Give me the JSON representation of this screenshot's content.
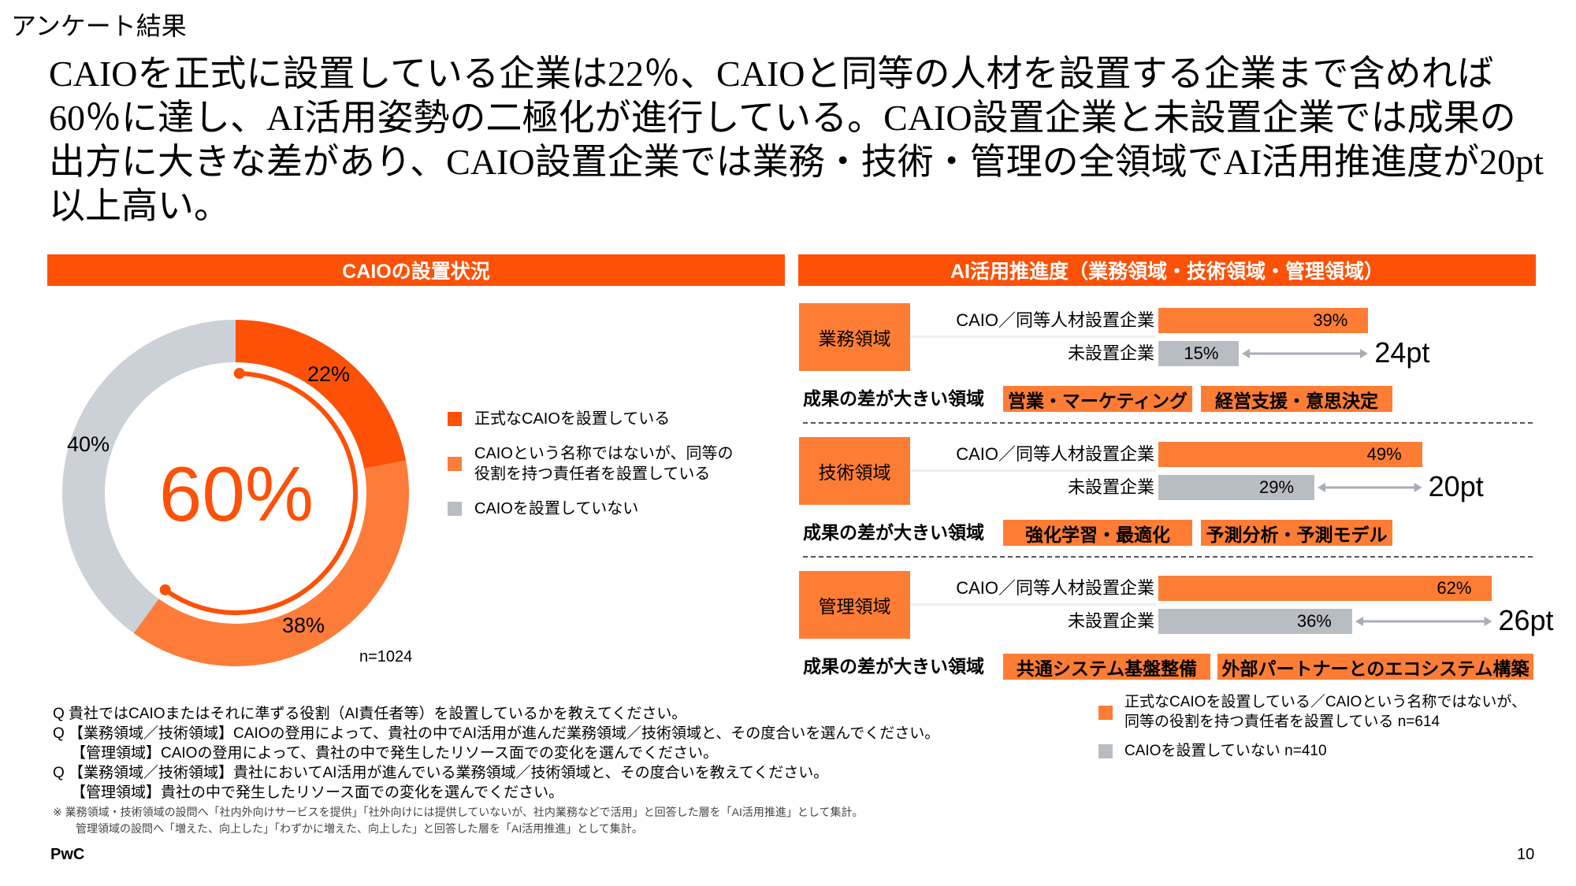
{
  "section_label": "アンケート結果",
  "headline": "CAIOを正式に設置している企業は22％、CAIOと同等の人材を設置する企業まで含めれば60％に達し、AI活用姿勢の二極化が進行している。CAIO設置企業と未設置企業では成果の出方に大きな差があり、CAIO設置企業では業務・技術・管理の全領域でAI活用推進度が20pt以上高い。",
  "left_panel": {
    "title": "CAIOの設置状況",
    "center_value": "60%",
    "sample": "n=1024",
    "segments": [
      {
        "label": "正式なCAIOを設置している",
        "value": 22,
        "value_label": "22%",
        "color": "#FD5108"
      },
      {
        "label": "CAIOという名称ではないが、同等の役割を持つ責任者を設置している",
        "label_line1": "CAIOという名称ではないが、同等の",
        "label_line2": "役割を持つ責任者を設置している",
        "value": 38,
        "value_label": "38%",
        "color": "#FE7C39"
      },
      {
        "label": "CAIOを設置していない",
        "value": 40,
        "value_label": "40%",
        "color": "#CBD1D6"
      }
    ]
  },
  "right_panel": {
    "title": "AI活用推進度（業務領域・技術領域・管理領域）",
    "row_label_caio": "CAIO／同等人材設置企業",
    "row_label_none": "未設置企業",
    "diff_label": "成果の差が大きい領域",
    "areas": [
      {
        "name": "業務領域",
        "caio": 39,
        "caio_label": "39%",
        "none": 15,
        "none_label": "15%",
        "gap": "24pt",
        "tags": [
          "営業・マーケティング",
          "経営支援・意思決定"
        ]
      },
      {
        "name": "技術領域",
        "caio": 49,
        "caio_label": "49%",
        "none": 29,
        "none_label": "29%",
        "gap": "20pt",
        "tags": [
          "強化学習・最適化",
          "予測分析・予測モデル"
        ]
      },
      {
        "name": "管理領域",
        "caio": 62,
        "caio_label": "62%",
        "none": 36,
        "none_label": "36%",
        "gap": "26pt",
        "tags": [
          "共通システム基盤整備",
          "外部パートナーとのエコシステム構築"
        ]
      }
    ],
    "legend": [
      {
        "line1": "正式なCAIOを設置している／CAIOという名称ではないが、",
        "line2": "同等の役割を持つ責任者を設置している n=614",
        "color": "#FD7D35"
      },
      {
        "line1": "CAIOを設置していない n=410",
        "color": "#B8BDC4"
      }
    ]
  },
  "footnotes": [
    "Q  貴社ではCAIOまたはそれに準ずる役割（AI責任者等）を設置しているかを教えてください。",
    "Q 【業務領域／技術領域】CAIOの登用によって、貴社の中でAI活用が進んだ業務領域／技術領域と、その度合いを選んでください。",
    "【管理領域】CAIOの登用によって、貴社の中で発生したリソース面での変化を選んでください。",
    "Q 【業務領域／技術領域】貴社においてAI活用が進んでいる業務領域／技術領域と、その度合いを教えてください。",
    "【管理領域】貴社の中で発生したリソース面での変化を選んでください。"
  ],
  "notes": [
    "※  業務領域・技術領域の設問へ「社内外向けサービスを提供」「社外向けには提供していないが、社内業務などで活用」と回答した層を「AI活用推進」として集計。",
    "管理領域の設問へ「増えた、向上した」「わずかに増えた、向上した」と回答した層を「AI活用推進」として集計。"
  ],
  "footer": {
    "brand": "PwC",
    "page": "10"
  }
}
